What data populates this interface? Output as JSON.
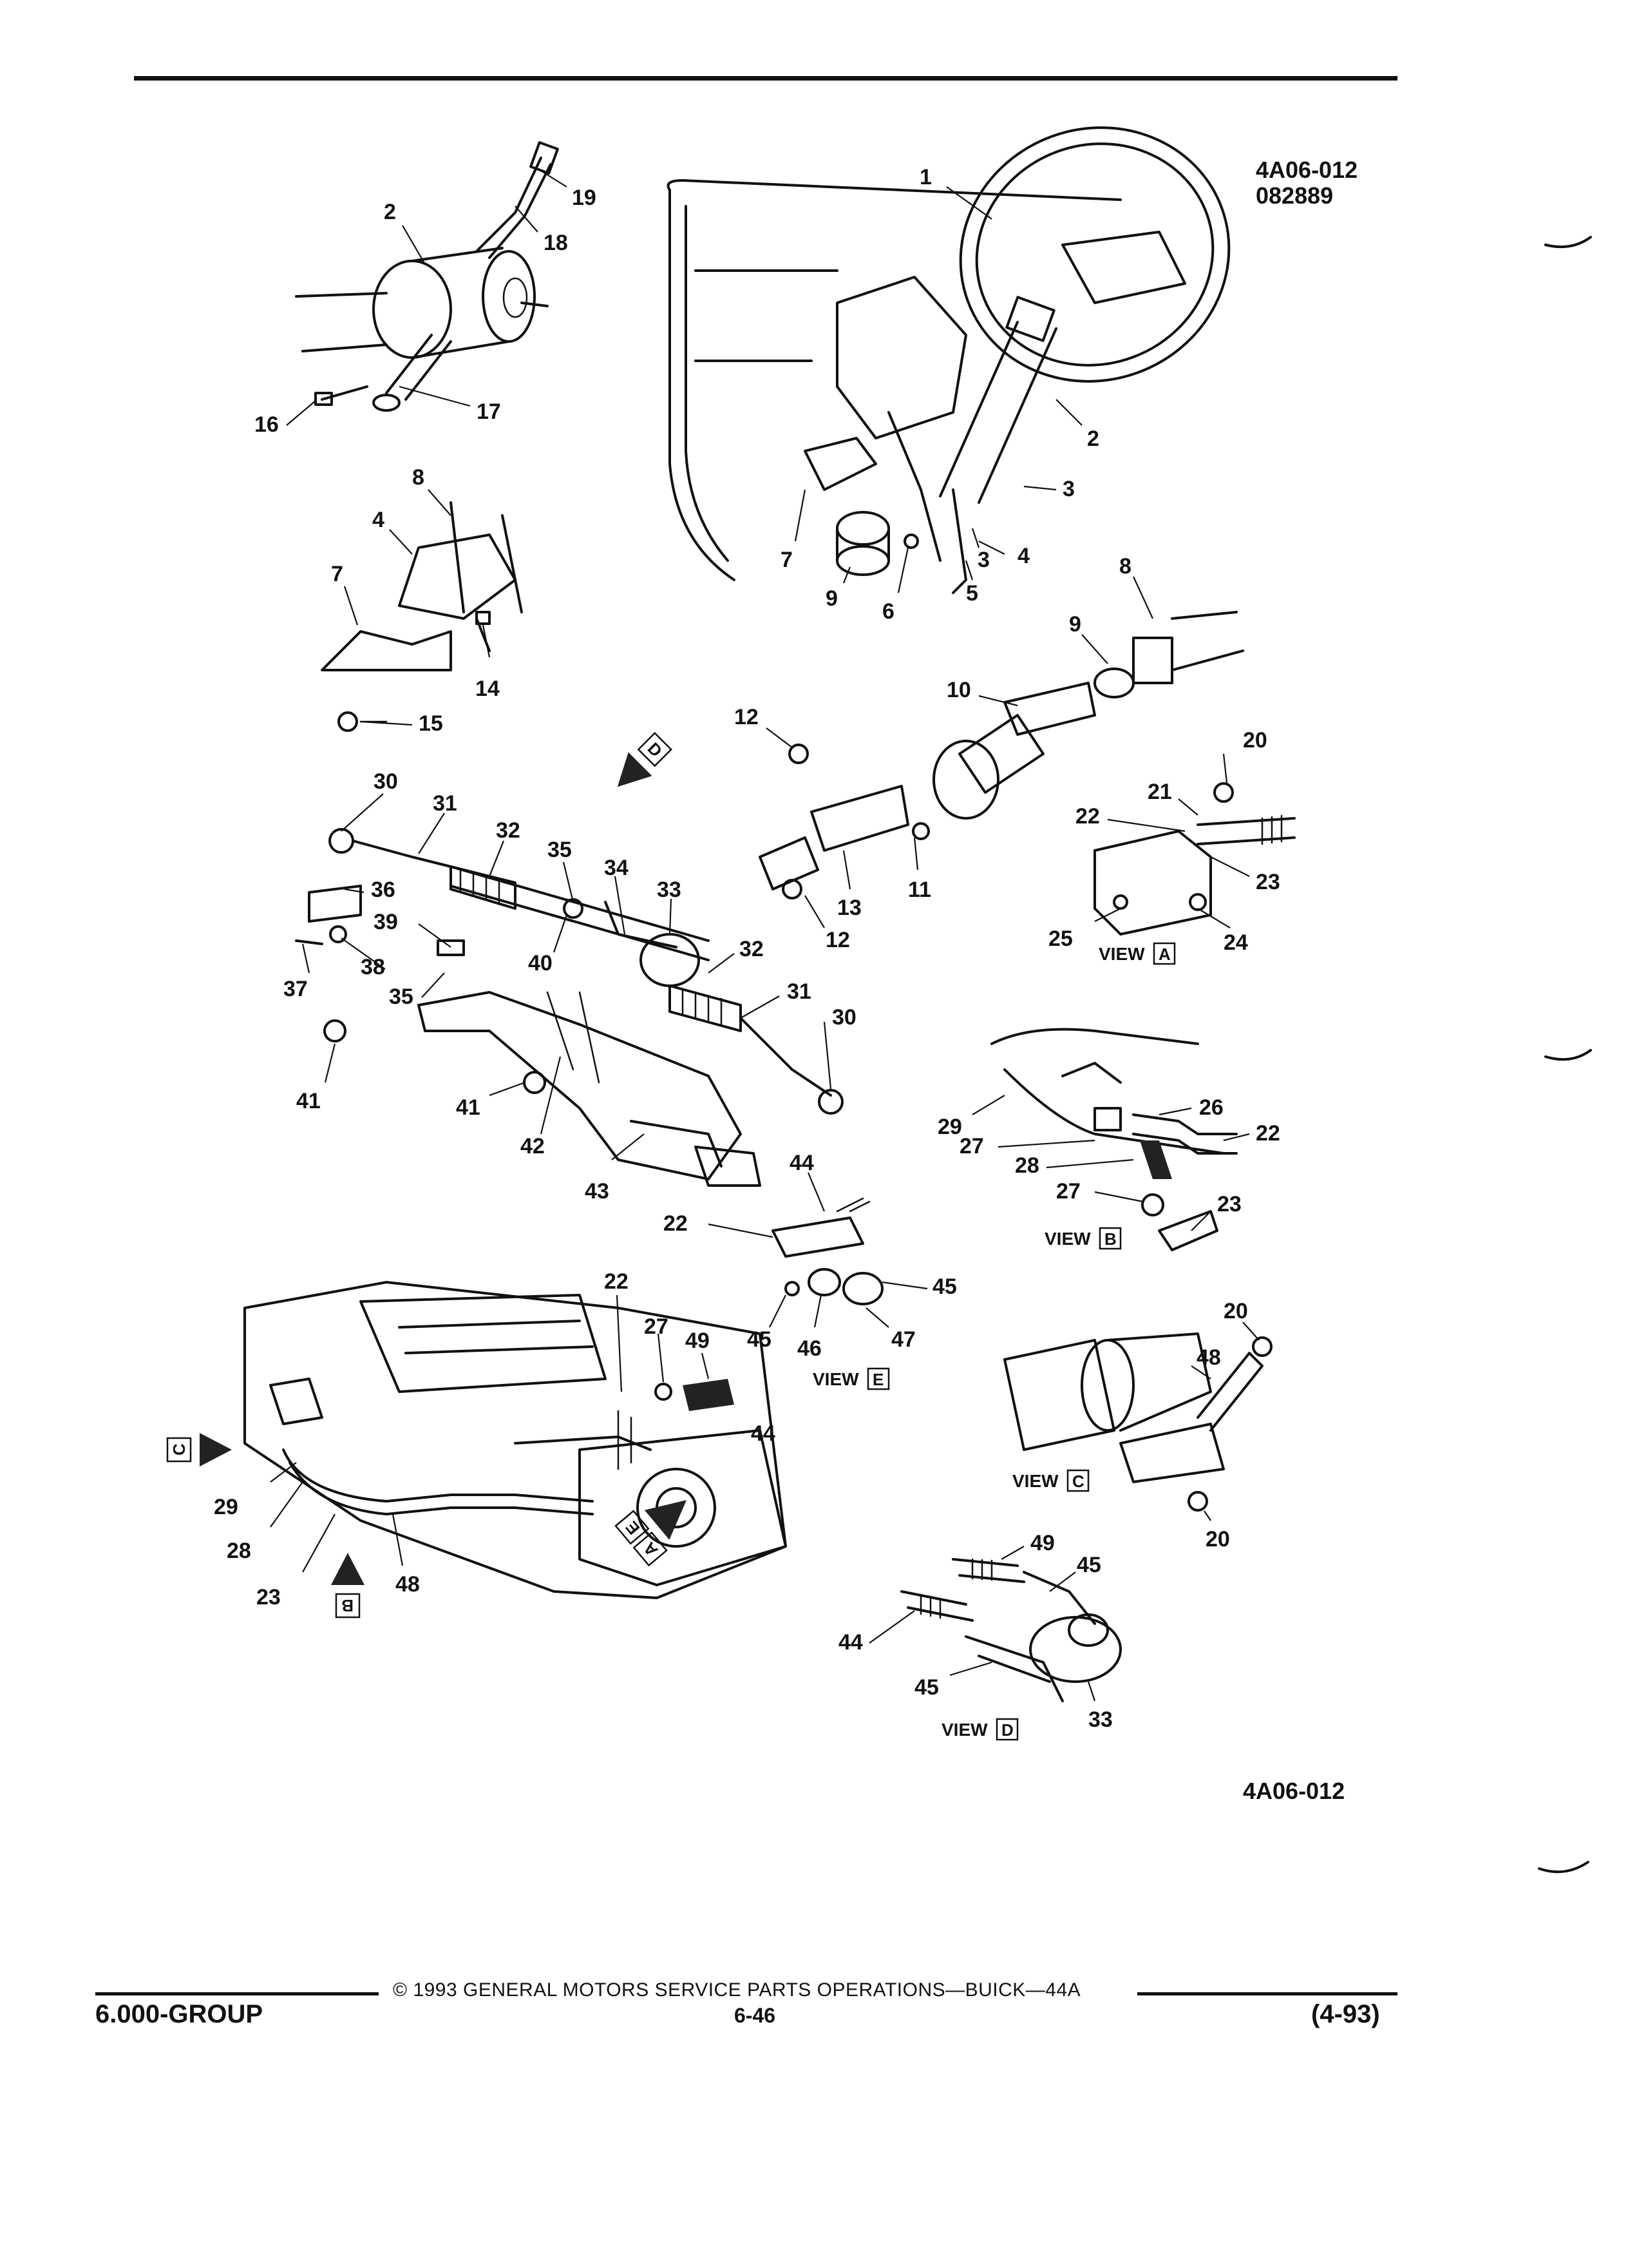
{
  "header": {
    "ref_code": "4A06-012",
    "ref_date": "082889"
  },
  "figure_code_bottom": "4A06-012",
  "footer": {
    "group": "6.000-GROUP",
    "copyright": "© 1993  GENERAL MOTORS SERVICE PARTS OPERATIONS—BUICK—44A",
    "page_number": "6-46",
    "revision": "(4-93)"
  },
  "diagram": {
    "view_labels": {
      "a": "VIEW",
      "b": "VIEW",
      "c": "VIEW",
      "d": "VIEW",
      "e": "VIEW"
    },
    "view_letters": [
      "A",
      "B",
      "C",
      "D",
      "E"
    ],
    "callouts": [
      "1",
      "2",
      "3",
      "4",
      "5",
      "6",
      "7",
      "8",
      "9",
      "10",
      "11",
      "12",
      "13",
      "14",
      "15",
      "16",
      "17",
      "18",
      "19",
      "20",
      "21",
      "22",
      "23",
      "24",
      "25",
      "26",
      "27",
      "28",
      "29",
      "30",
      "31",
      "32",
      "33",
      "34",
      "35",
      "36",
      "37",
      "38",
      "39",
      "40",
      "41",
      "42",
      "43",
      "44",
      "45",
      "46",
      "47",
      "48",
      "49"
    ]
  }
}
